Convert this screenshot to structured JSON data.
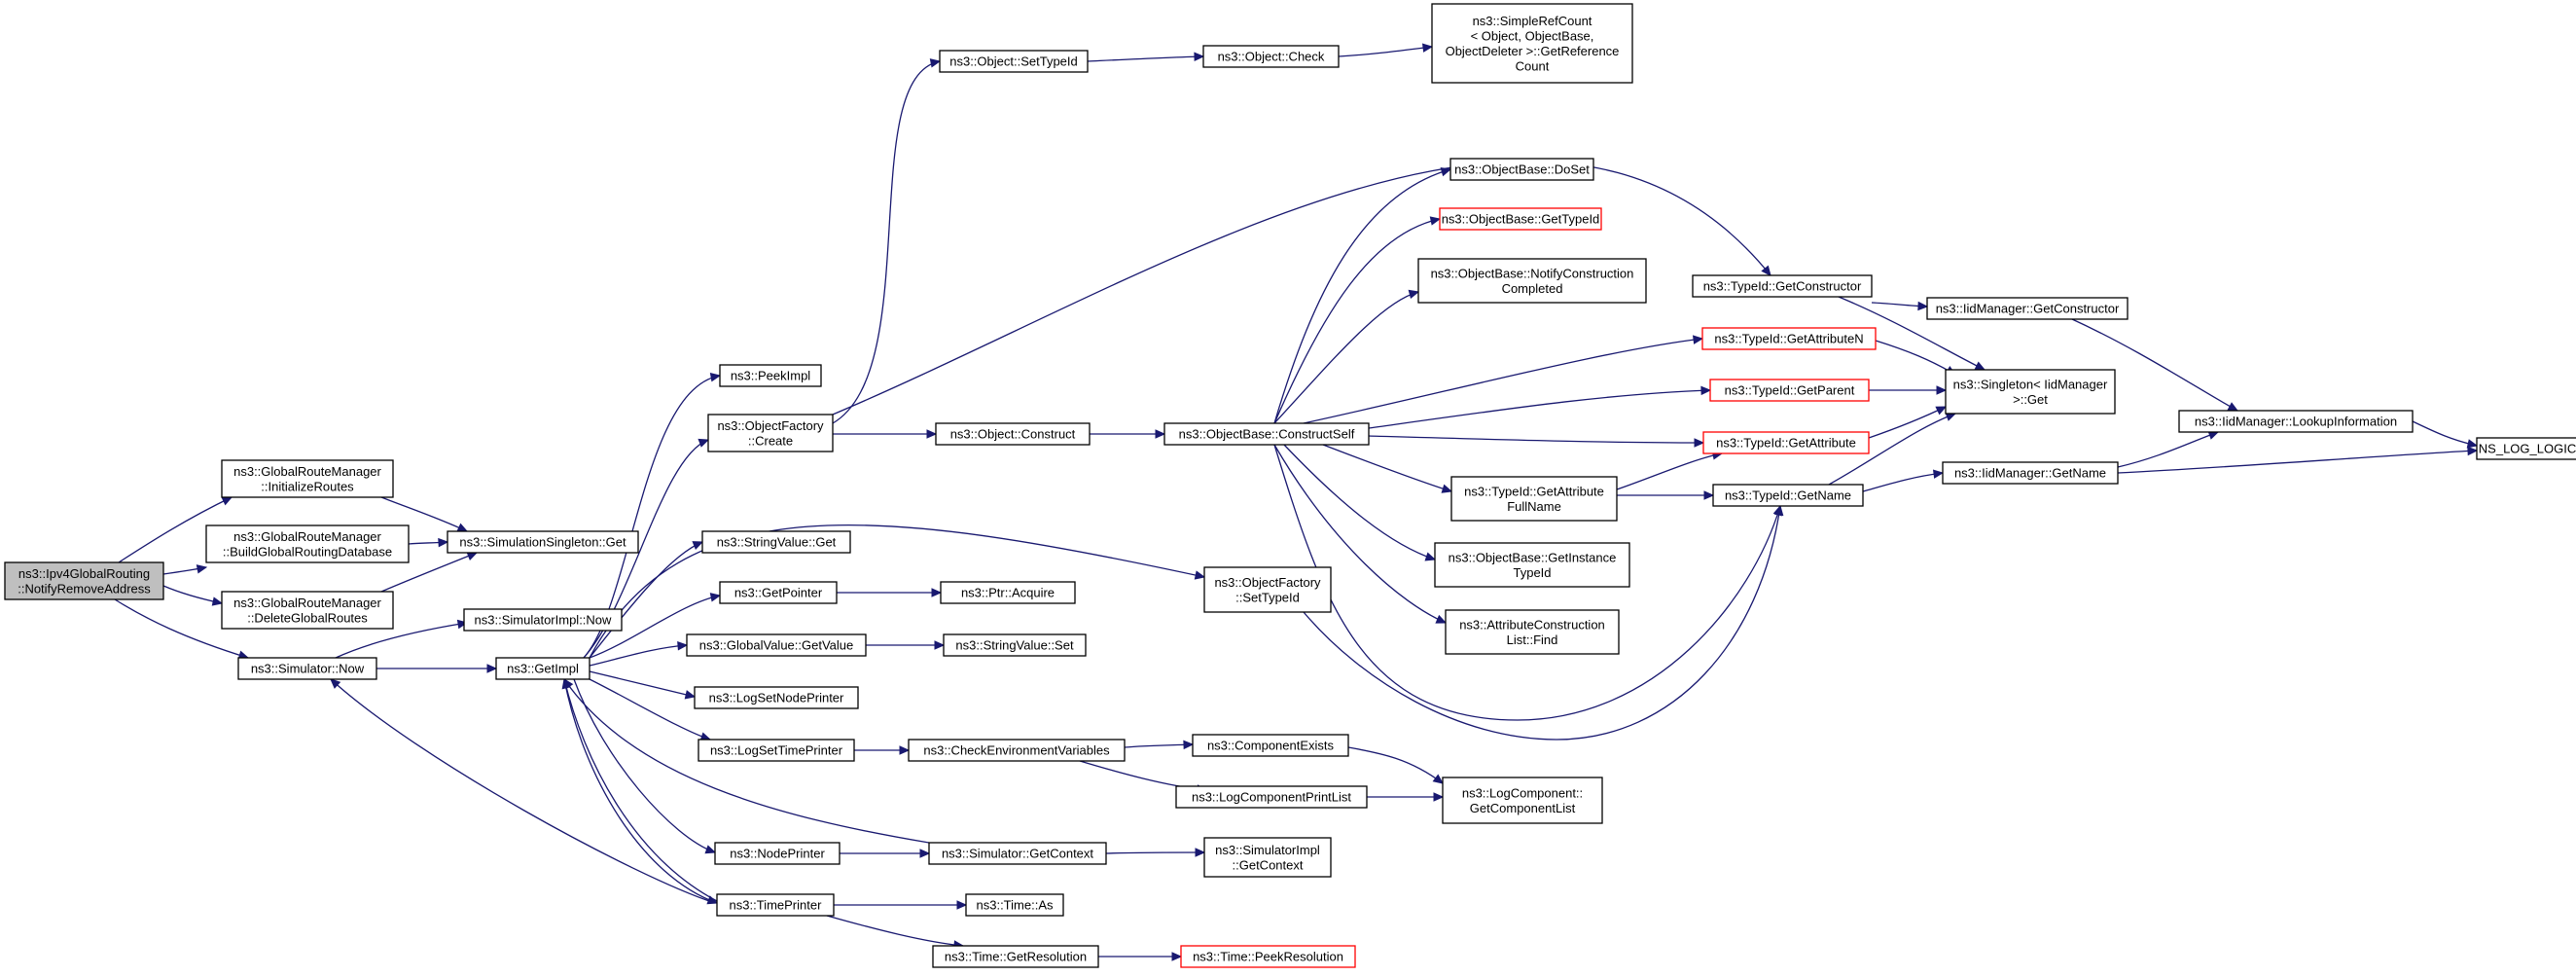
{
  "graph": {
    "nodes": [
      {
        "id": "root",
        "lines": [
          "ns3::Ipv4GlobalRouting",
          "::NotifyRemoveAddress"
        ],
        "border": "black",
        "fill": "#bfbfbf"
      },
      {
        "id": "grm_init",
        "lines": [
          "ns3::GlobalRouteManager",
          "::InitializeRoutes"
        ],
        "border": "black"
      },
      {
        "id": "grm_build",
        "lines": [
          "ns3::GlobalRouteManager",
          "::BuildGlobalRoutingDatabase"
        ],
        "border": "black"
      },
      {
        "id": "grm_delete",
        "lines": [
          "ns3::GlobalRouteManager",
          "::DeleteGlobalRoutes"
        ],
        "border": "black"
      },
      {
        "id": "sim_now",
        "lines": [
          "ns3::Simulator::Now"
        ],
        "border": "black"
      },
      {
        "id": "simsingleton_get",
        "lines": [
          "ns3::SimulationSingleton::Get"
        ],
        "border": "black"
      },
      {
        "id": "simimpl_now",
        "lines": [
          "ns3::SimulatorImpl::Now"
        ],
        "border": "black"
      },
      {
        "id": "getimpl",
        "lines": [
          "ns3::GetImpl"
        ],
        "border": "black"
      },
      {
        "id": "peekimpl",
        "lines": [
          "ns3::PeekImpl"
        ],
        "border": "black"
      },
      {
        "id": "of_create",
        "lines": [
          "ns3::ObjectFactory",
          "::Create"
        ],
        "border": "black"
      },
      {
        "id": "stringvalue_get",
        "lines": [
          "ns3::StringValue::Get"
        ],
        "border": "black"
      },
      {
        "id": "getpointer",
        "lines": [
          "ns3::GetPointer"
        ],
        "border": "black"
      },
      {
        "id": "globalvalue_getvalue",
        "lines": [
          "ns3::GlobalValue::GetValue"
        ],
        "border": "black"
      },
      {
        "id": "logsetnodeprinter",
        "lines": [
          "ns3::LogSetNodePrinter"
        ],
        "border": "black"
      },
      {
        "id": "logsettimeprinter",
        "lines": [
          "ns3::LogSetTimePrinter"
        ],
        "border": "black"
      },
      {
        "id": "nodeprinter",
        "lines": [
          "ns3::NodePrinter"
        ],
        "border": "black"
      },
      {
        "id": "timeprinter",
        "lines": [
          "ns3::TimePrinter"
        ],
        "border": "black"
      },
      {
        "id": "object_settypeid",
        "lines": [
          "ns3::Object::SetTypeId"
        ],
        "border": "black"
      },
      {
        "id": "object_check",
        "lines": [
          "ns3::Object::Check"
        ],
        "border": "black"
      },
      {
        "id": "simplerefcount",
        "lines": [
          "ns3::SimpleRefCount",
          "< Object, ObjectBase,",
          "ObjectDeleter >::GetReference",
          "Count"
        ],
        "border": "black"
      },
      {
        "id": "object_construct",
        "lines": [
          "ns3::Object::Construct"
        ],
        "border": "black"
      },
      {
        "id": "ptr_acquire",
        "lines": [
          "ns3::Ptr::Acquire"
        ],
        "border": "black"
      },
      {
        "id": "stringvalue_set",
        "lines": [
          "ns3::StringValue::Set"
        ],
        "border": "black"
      },
      {
        "id": "checkenv",
        "lines": [
          "ns3::CheckEnvironmentVariables"
        ],
        "border": "black"
      },
      {
        "id": "sim_getcontext",
        "lines": [
          "ns3::Simulator::GetContext"
        ],
        "border": "black"
      },
      {
        "id": "time_as",
        "lines": [
          "ns3::Time::As"
        ],
        "border": "black"
      },
      {
        "id": "time_getresolution",
        "lines": [
          "ns3::Time::GetResolution"
        ],
        "border": "black"
      },
      {
        "id": "of_settypeid",
        "lines": [
          "ns3::ObjectFactory",
          "::SetTypeId"
        ],
        "border": "black"
      },
      {
        "id": "componentexists",
        "lines": [
          "ns3::ComponentExists"
        ],
        "border": "black"
      },
      {
        "id": "logcomponentprintlist",
        "lines": [
          "ns3::LogComponentPrintList"
        ],
        "border": "black"
      },
      {
        "id": "simimpl_getcontext",
        "lines": [
          "ns3::SimulatorImpl",
          "::GetContext"
        ],
        "border": "black"
      },
      {
        "id": "time_peekresolution",
        "lines": [
          "ns3::Time::PeekResolution"
        ],
        "border": "red"
      },
      {
        "id": "ob_constructself",
        "lines": [
          "ns3::ObjectBase::ConstructSelf"
        ],
        "border": "black"
      },
      {
        "id": "ob_doset",
        "lines": [
          "ns3::ObjectBase::DoSet"
        ],
        "border": "black"
      },
      {
        "id": "ob_gettypeid",
        "lines": [
          "ns3::ObjectBase::GetTypeId"
        ],
        "border": "red"
      },
      {
        "id": "ob_notify",
        "lines": [
          "ns3::ObjectBase::NotifyConstruction",
          "Completed"
        ],
        "border": "black"
      },
      {
        "id": "typeid_getattributefullname",
        "lines": [
          "ns3::TypeId::GetAttribute",
          "FullName"
        ],
        "border": "black"
      },
      {
        "id": "ob_getinstancetypeid",
        "lines": [
          "ns3::ObjectBase::GetInstance",
          "TypeId"
        ],
        "border": "black"
      },
      {
        "id": "attrconstructionlist_find",
        "lines": [
          "ns3::AttributeConstruction",
          "List::Find"
        ],
        "border": "black"
      },
      {
        "id": "logcomponent_getlist",
        "lines": [
          "ns3::LogComponent::",
          "GetComponentList"
        ],
        "border": "black"
      },
      {
        "id": "typeid_getconstructor",
        "lines": [
          "ns3::TypeId::GetConstructor"
        ],
        "border": "black"
      },
      {
        "id": "typeid_getattributen",
        "lines": [
          "ns3::TypeId::GetAttributeN"
        ],
        "border": "red"
      },
      {
        "id": "typeid_getparent",
        "lines": [
          "ns3::TypeId::GetParent"
        ],
        "border": "red"
      },
      {
        "id": "typeid_getattribute",
        "lines": [
          "ns3::TypeId::GetAttribute"
        ],
        "border": "red"
      },
      {
        "id": "typeid_getname",
        "lines": [
          "ns3::TypeId::GetName"
        ],
        "border": "black"
      },
      {
        "id": "iidmanager_getconstructor",
        "lines": [
          "ns3::IidManager::GetConstructor"
        ],
        "border": "black"
      },
      {
        "id": "singleton_get",
        "lines": [
          "ns3::Singleton< IidManager",
          ">::Get"
        ],
        "border": "black"
      },
      {
        "id": "iidmanager_getname",
        "lines": [
          "ns3::IidManager::GetName"
        ],
        "border": "black"
      },
      {
        "id": "iidmanager_lookup",
        "lines": [
          "ns3::IidManager::LookupInformation"
        ],
        "border": "black"
      },
      {
        "id": "ns_log_logic",
        "lines": [
          "NS_LOG_LOGIC"
        ],
        "border": "black"
      }
    ]
  }
}
